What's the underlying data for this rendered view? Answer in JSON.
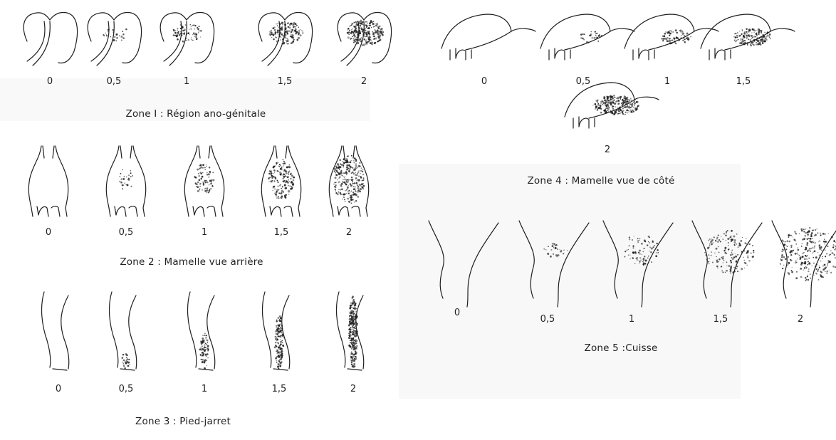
{
  "zones": [
    {
      "key": "z1",
      "caption": "Zone I : Région ano-génitale",
      "scores": [
        "0",
        "0,5",
        "1",
        "1,5",
        "2"
      ]
    },
    {
      "key": "z2",
      "caption": "Zone 2 : Mamelle vue arrière",
      "scores": [
        "0",
        "0,5",
        "1",
        "1,5",
        "2"
      ]
    },
    {
      "key": "z3",
      "caption": "Zone 3  :  Pied-jarret",
      "scores": [
        "0",
        "0,5",
        "1",
        "1,5",
        "2"
      ]
    },
    {
      "key": "z4",
      "caption": "Zone 4 : Mamelle vue de côté",
      "scores": [
        "0",
        "0,5",
        "1",
        "1,5",
        "2"
      ]
    },
    {
      "key": "z5",
      "caption": "Zone 5 :Cuisse",
      "scores": [
        "0",
        "0,5",
        "1",
        "1,5",
        "2"
      ]
    }
  ],
  "dirt_levels": [
    0,
    0.5,
    1,
    1.5,
    2
  ],
  "colors": {
    "ink": "#1e1e1e",
    "paper": "#ffffff",
    "shade": "#bdbdbd"
  }
}
